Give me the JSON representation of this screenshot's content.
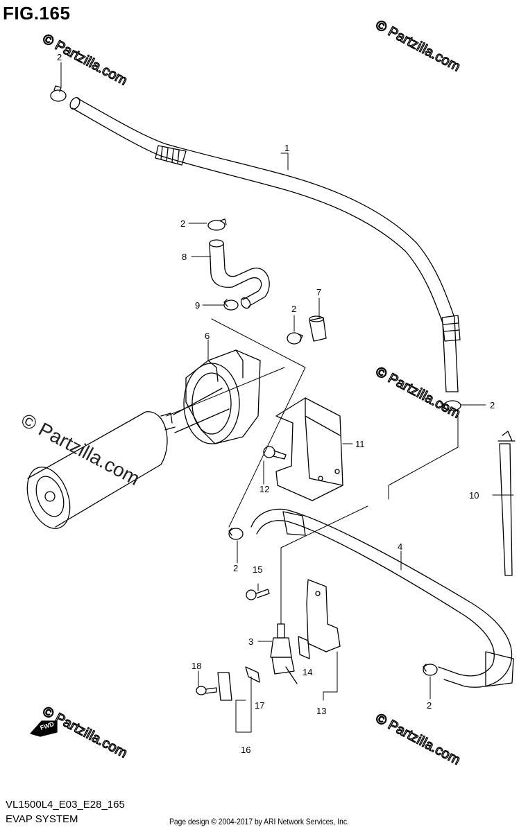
{
  "figure": {
    "title": "FIG.165"
  },
  "footer": {
    "model_code": "VL1500L4_E03_E28_165",
    "section_name": "EVAP SYSTEM",
    "credit": "Page design © 2004-2017 by ARI Network Services, Inc."
  },
  "watermark": {
    "text": "© Partzilla.com"
  },
  "fwd_marker": {
    "label": "FWD"
  },
  "callouts": [
    "1",
    "2",
    "2",
    "2",
    "2",
    "2",
    "2",
    "3",
    "4",
    "6",
    "7",
    "8",
    "9",
    "10",
    "11",
    "12",
    "13",
    "14",
    "15",
    "16",
    "17",
    "18"
  ],
  "colors": {
    "ink": "#000000",
    "watermark": "#d9d9d9",
    "background": "#ffffff"
  }
}
